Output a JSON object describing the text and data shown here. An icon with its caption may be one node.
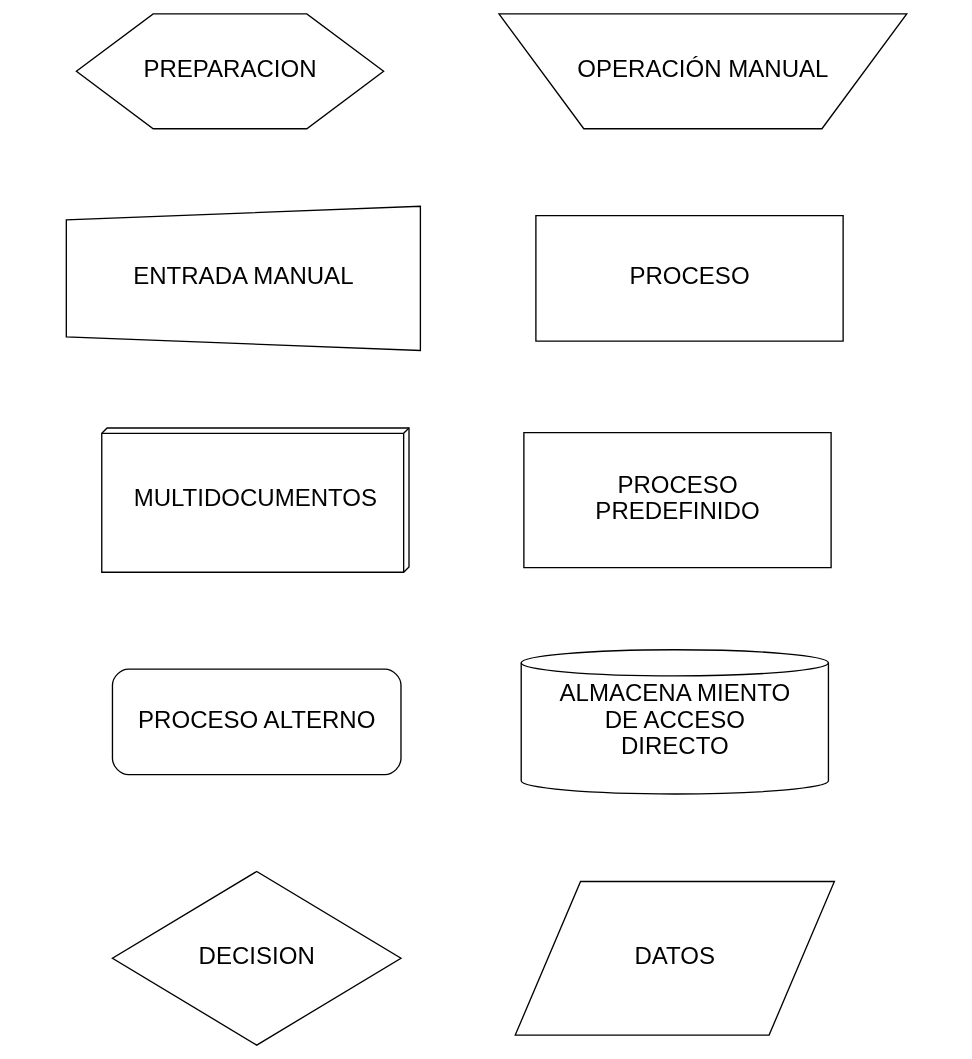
{
  "diagram": {
    "nodes": [
      {
        "text": [
          "PREPARACION"
        ]
      },
      {
        "text": [
          "OPERACIÓN MANUAL"
        ]
      },
      {
        "text": [
          "ENTRADA MANUAL"
        ]
      },
      {
        "text": [
          "PROCESO"
        ]
      },
      {
        "text": [
          "MULTIDOCUMENTOS"
        ]
      },
      {
        "text": [
          "PROCESO PREDEFINIDO"
        ]
      },
      {
        "text": [
          "PROCESO ALTERNO"
        ]
      },
      {
        "text": [
          "ALMACENA MIENTO DE ACCESO DIRECTO"
        ]
      },
      {
        "text": [
          "DECISION"
        ]
      },
      {
        "text": [
          "DATOS"
        ]
      }
    ],
    "edges": []
  }
}
